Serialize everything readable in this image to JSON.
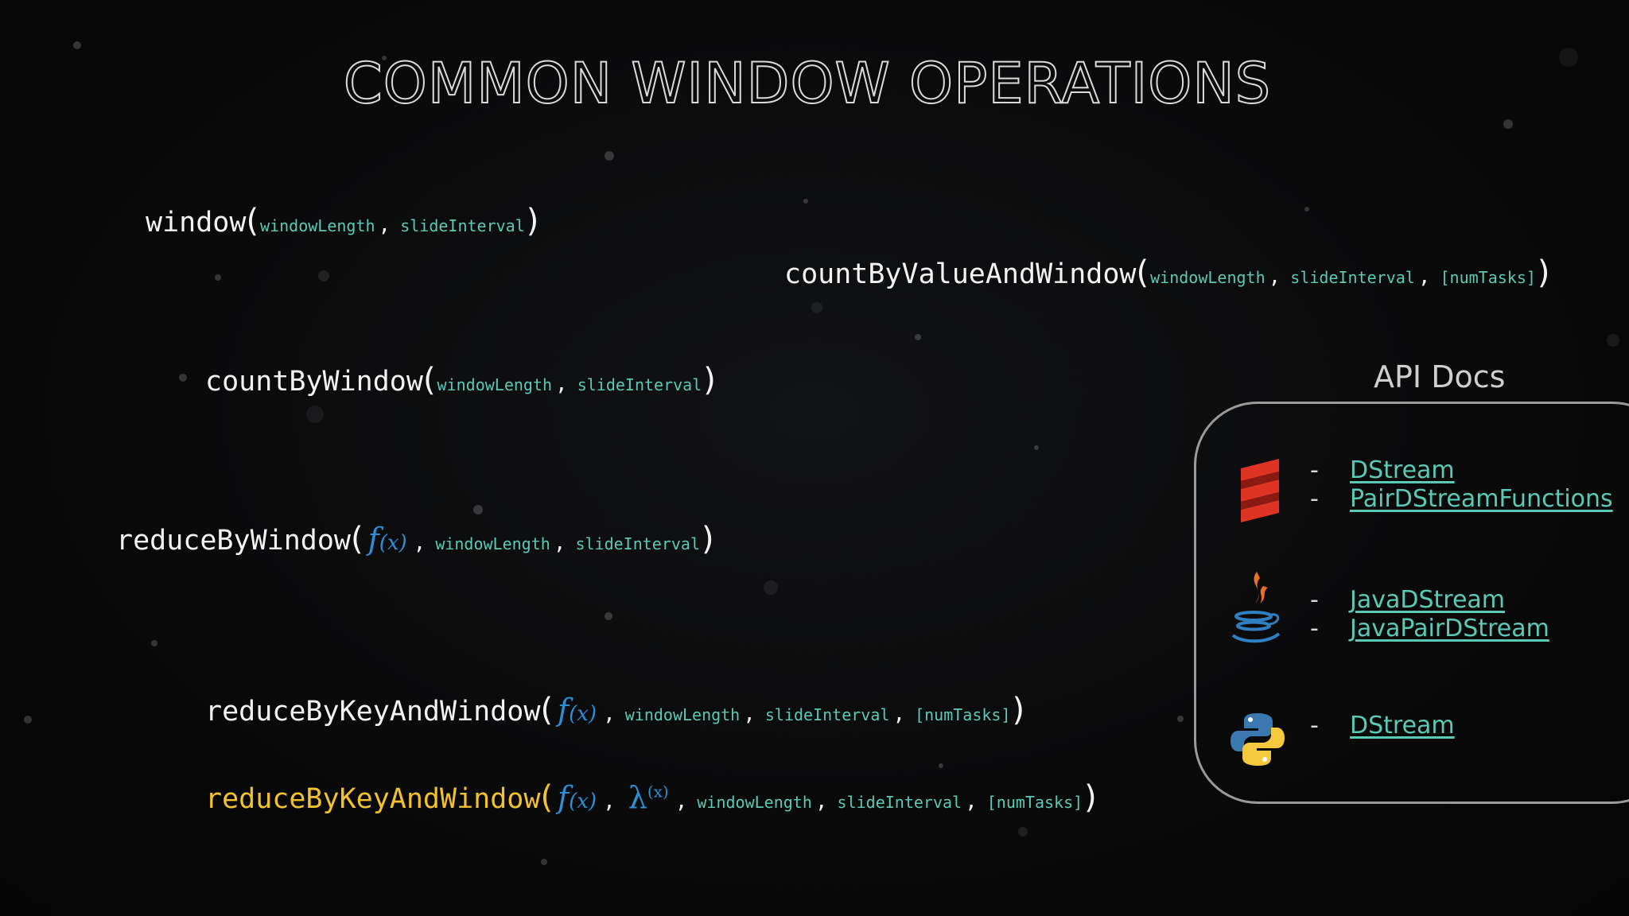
{
  "title": "COMMON WINDOW OPERATIONS",
  "args": {
    "windowLength": "windowLength",
    "slideInterval": "slideInterval",
    "numTasks": "[numTasks]"
  },
  "operations": {
    "window": "window",
    "countByValueAndWindow": "countByValueAndWindow",
    "countByWindow": "countByWindow",
    "reduceByWindow": "reduceByWindow",
    "reduceByKeyAndWindow": "reduceByKeyAndWindow",
    "reduceByKeyAndWindow_inverse": "reduceByKeyAndWindow"
  },
  "symbols": {
    "fx": "f",
    "fx_arg": "(x)",
    "inverse_fn": "λ",
    "inverse_arg": "(x)"
  },
  "api_docs": {
    "title": "API Docs",
    "scala": {
      "icon": "scala-logo-icon",
      "links": [
        "DStream",
        "PairDStreamFunctions"
      ]
    },
    "java": {
      "icon": "java-logo-icon",
      "links": [
        "JavaDStream",
        "JavaPairDStream"
      ]
    },
    "python": {
      "icon": "python-logo-icon",
      "links": [
        "DStream"
      ]
    }
  },
  "colors": {
    "background": "#0a0a0b",
    "code_text": "#f2f2f2",
    "arg_teal": "#5bc9b5",
    "function_blue": "#2b8fd6",
    "highlight_yellow": "#f2c12e",
    "box_border": "#9a9a9a"
  }
}
